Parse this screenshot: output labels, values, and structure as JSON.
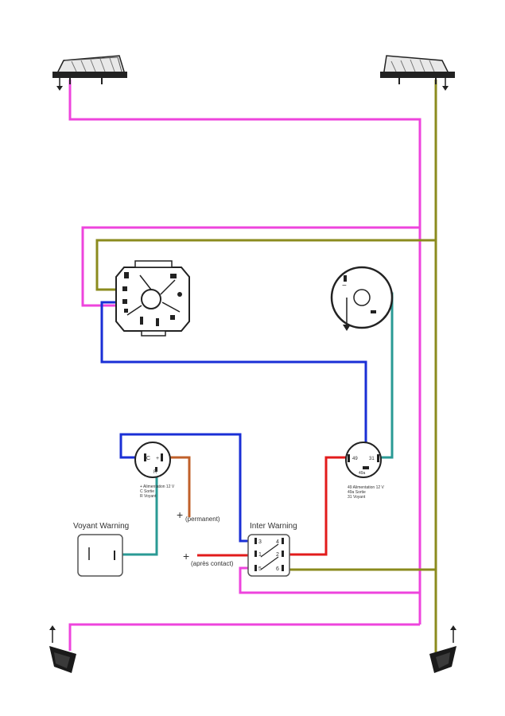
{
  "colors": {
    "magenta": "#ee44dd",
    "olive": "#8b8b1e",
    "blue": "#1a2fd6",
    "teal": "#2a9a94",
    "orange": "#c0602a",
    "red": "#e21b1b",
    "outline": "#222222"
  },
  "labels": {
    "voyant_warning": "Voyant Warning",
    "inter_warning": "Inter Warning",
    "permanent_plus": "+",
    "permanent_text": "(permanent)",
    "apres_plus": "+",
    "apres_text": "(après contact)",
    "relay_left": {
      "c": "C",
      "plus": "+",
      "r": "R",
      "notes": [
        "+ Alimentation 12 V",
        "C Sortie",
        "R Voyant"
      ]
    },
    "relay_right": {
      "t49": "49",
      "t31": "31",
      "t49a": "49a",
      "notes": [
        "49 Alimentation 12 V",
        "49a Sortie",
        "31 Voyant"
      ]
    },
    "switch_terminals": [
      "3",
      "4",
      "1",
      "2",
      "5",
      "6"
    ],
    "gauge_minus": "−"
  },
  "icons": [
    "front-left-lamp-icon",
    "front-right-lamp-icon",
    "rear-left-lamp-icon",
    "rear-right-lamp-icon",
    "ground-symbol-icon",
    "combination-switch-icon",
    "round-gauge-icon"
  ]
}
